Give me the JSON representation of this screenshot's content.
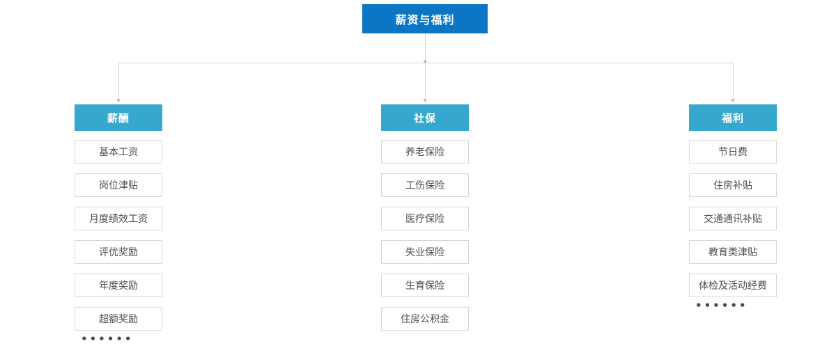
{
  "root": {
    "label": "薪资与福利"
  },
  "columns": [
    {
      "header": "薪酬",
      "items": [
        "基本工资",
        "岗位津贴",
        "月度绩效工资",
        "评优奖励",
        "年度奖励",
        "超额奖励"
      ],
      "has_more": true
    },
    {
      "header": "社保",
      "items": [
        "养老保险",
        "工伤保险",
        "医疗保险",
        "失业保险",
        "生育保险",
        "住房公积金"
      ],
      "has_more": false
    },
    {
      "header": "福利",
      "items": [
        "节日费",
        "住房补贴",
        "交通通讯补贴",
        "教育类津贴",
        "体检及活动经费"
      ],
      "has_more": true
    }
  ],
  "ellipsis": "••••••",
  "colors": {
    "root_bg": "#0B76C6",
    "header_bg": "#36A7CD",
    "line": "#D2D2D2",
    "dot_end": "#B8B8B8",
    "item_border": "#D6D6D6",
    "item_text": "#4B4B52",
    "ellipsis": "#4A4A4A"
  }
}
